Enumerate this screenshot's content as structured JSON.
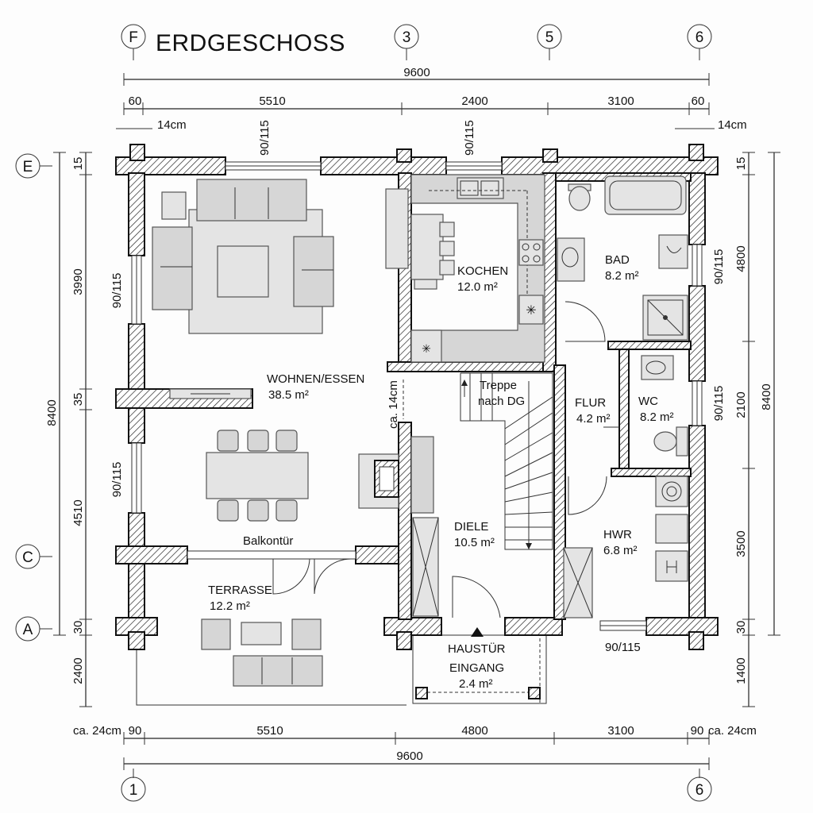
{
  "title": "ERDGESCHOSS",
  "grid_labels": {
    "top": [
      "F",
      "3",
      "5",
      "6"
    ],
    "left": [
      "E",
      "C",
      "A"
    ],
    "bottom": [
      "1",
      "6"
    ]
  },
  "dimensions": {
    "top_total": "9600",
    "top_segments": [
      "60",
      "5510",
      "2400",
      "3100",
      "60"
    ],
    "wall_left": "14cm",
    "wall_right": "14cm",
    "window_top_1": "90/115",
    "window_top_2": "90/115",
    "left_segments": [
      "15",
      "3990",
      "35",
      "4510",
      "30",
      "2400"
    ],
    "left_total": "8400",
    "right_segments": [
      "15",
      "4800",
      "2100",
      "3500",
      "30",
      "1400"
    ],
    "right_total": "8400",
    "window_left_1": "90/115",
    "window_left_2": "90/115",
    "window_right_1": "90/115",
    "window_right_2": "90/115",
    "window_bottom": "90/115",
    "inner_wall": "ca. 14cm",
    "bottom_left_note": "ca. 24cm",
    "bottom_right_note": "ca. 24cm",
    "bottom_segments": [
      "90",
      "5510",
      "4800",
      "3100",
      "90"
    ],
    "bottom_total": "9600"
  },
  "rooms": {
    "wohnen": {
      "name": "WOHNEN/ESSEN",
      "area": "38.5 m²"
    },
    "kochen": {
      "name": "KOCHEN",
      "area": "12.0 m²"
    },
    "bad": {
      "name": "BAD",
      "area": "8.2 m²"
    },
    "treppe": {
      "line1": "Treppe",
      "line2": "nach DG"
    },
    "flur": {
      "name": "FLUR",
      "area": "4.2 m²"
    },
    "wc": {
      "name": "WC",
      "area": "8.2 m²"
    },
    "diele": {
      "name": "DIELE",
      "area": "10.5 m²"
    },
    "hwr": {
      "name": "HWR",
      "area": "6.8 m²"
    },
    "terrasse": {
      "name": "TERRASSE",
      "area": "12.2 m²"
    },
    "eingang": {
      "line1": "HAUSTÜR",
      "line2": "EINGANG",
      "area": "2.4 m²"
    },
    "balkontuer": "Balkontür"
  }
}
